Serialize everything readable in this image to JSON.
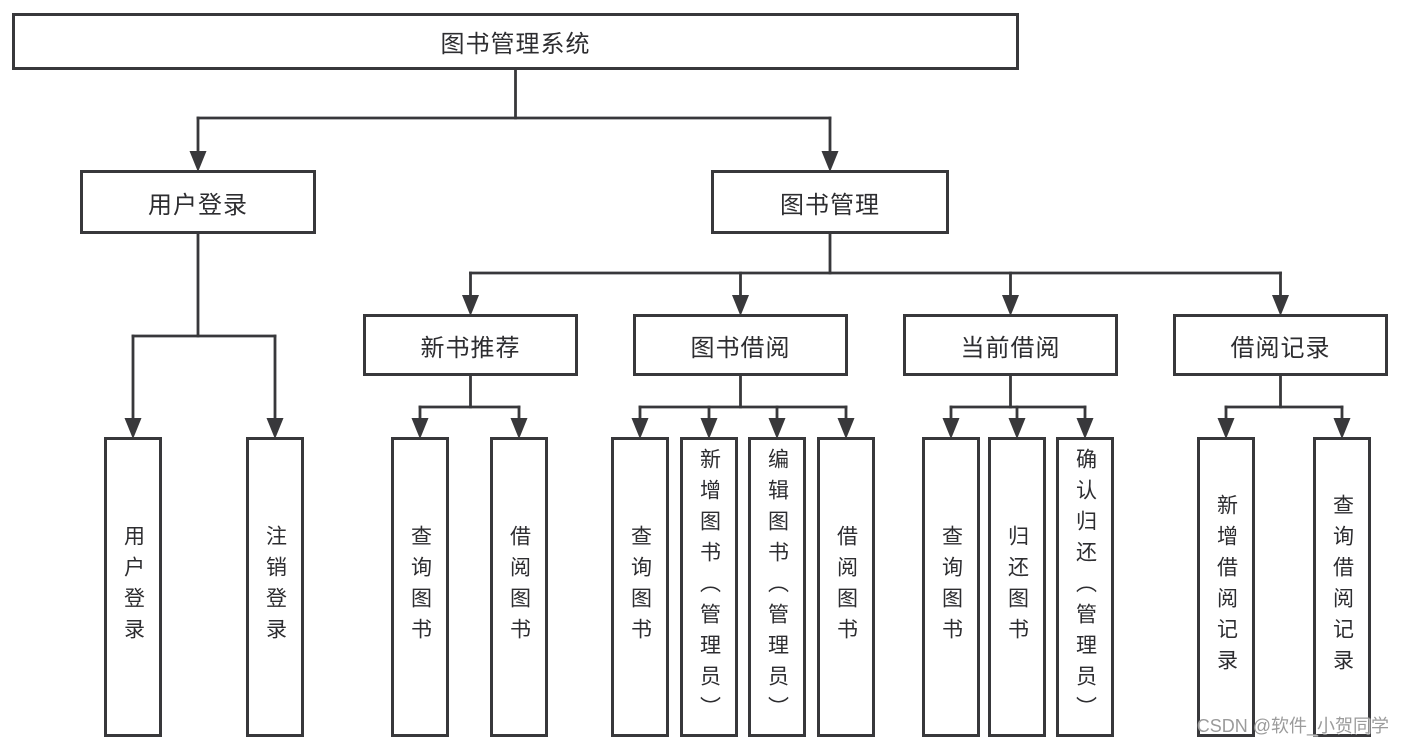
{
  "diagram": {
    "title": "图书管理系统",
    "root": {
      "label": "图书管理系统"
    },
    "level2": {
      "user_login": {
        "label": "用户登录"
      },
      "book_management": {
        "label": "图书管理"
      }
    },
    "level3": {
      "new_book_recommend": {
        "label": "新书推荐"
      },
      "book_borrowing": {
        "label": "图书借阅"
      },
      "current_borrowing": {
        "label": "当前借阅"
      },
      "borrowing_records": {
        "label": "借阅记录"
      }
    },
    "level4": {
      "user_login_leaf": {
        "label": "用户登录"
      },
      "logout": {
        "label": "注销登录"
      },
      "query_books_newbook": {
        "label": "查询图书"
      },
      "borrow_books_newbook": {
        "label": "借阅图书"
      },
      "query_books_borrow": {
        "label": "查询图书"
      },
      "add_books_admin": {
        "label": "新增图书（管理员）"
      },
      "edit_books_admin": {
        "label": "编辑图书（管理员）"
      },
      "borrow_books_borrow": {
        "label": "借阅图书"
      },
      "query_books_current": {
        "label": "查询图书"
      },
      "return_books": {
        "label": "归还图书"
      },
      "confirm_return_admin": {
        "label": "确认归还（管理员）"
      },
      "add_borrow_record": {
        "label": "新增借阅记录"
      },
      "query_borrow_record": {
        "label": "查询借阅记录"
      }
    },
    "watermark": "CSDN @软件_小贺同学",
    "colors": {
      "line": "#38383b",
      "border": "#38383b",
      "text": "#2d2d30",
      "watermark": "#9b9b9b",
      "background": "#ffffff"
    }
  }
}
